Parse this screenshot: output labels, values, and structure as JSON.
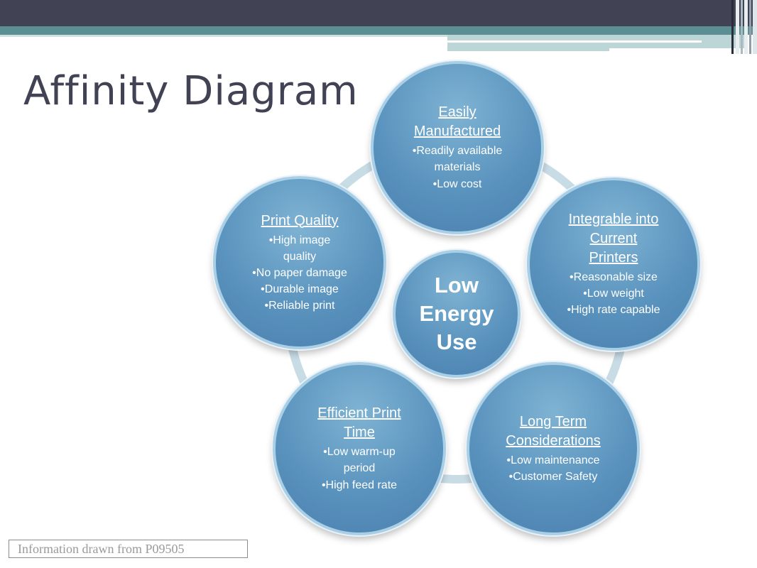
{
  "slide": {
    "title": "Affinity Diagram",
    "source_note": "Information drawn from P09505"
  },
  "diagram": {
    "center": {
      "lines": [
        "Low",
        "Energy",
        "Use"
      ]
    },
    "nodes": [
      {
        "id": "easily-manufactured",
        "title_lines": [
          "Easily",
          "Manufactured"
        ],
        "bullets": [
          "•Readily available",
          "materials",
          "•Low cost"
        ]
      },
      {
        "id": "integrable",
        "title_lines": [
          "Integrable into",
          "Current",
          "Printers"
        ],
        "bullets": [
          "•Reasonable size",
          "•Low weight",
          "•High rate capable"
        ]
      },
      {
        "id": "long-term",
        "title_lines": [
          "Long Term",
          "Considerations"
        ],
        "bullets": [
          "•Low maintenance",
          "•Customer Safety"
        ]
      },
      {
        "id": "efficient-print-time",
        "title_lines": [
          "Efficient Print",
          "Time"
        ],
        "bullets": [
          "•Low warm-up",
          "period",
          "•High feed rate"
        ]
      },
      {
        "id": "print-quality",
        "title_lines": [
          "Print Quality"
        ],
        "bullets": [
          "•High image",
          "quality",
          "•No paper damage",
          "•Durable image",
          "•Reliable print"
        ]
      }
    ]
  },
  "colors": {
    "header_dark": "#414253",
    "header_teal": "#5b8f93",
    "node_fill": "#5a93be",
    "ring": "#c8dce6"
  }
}
